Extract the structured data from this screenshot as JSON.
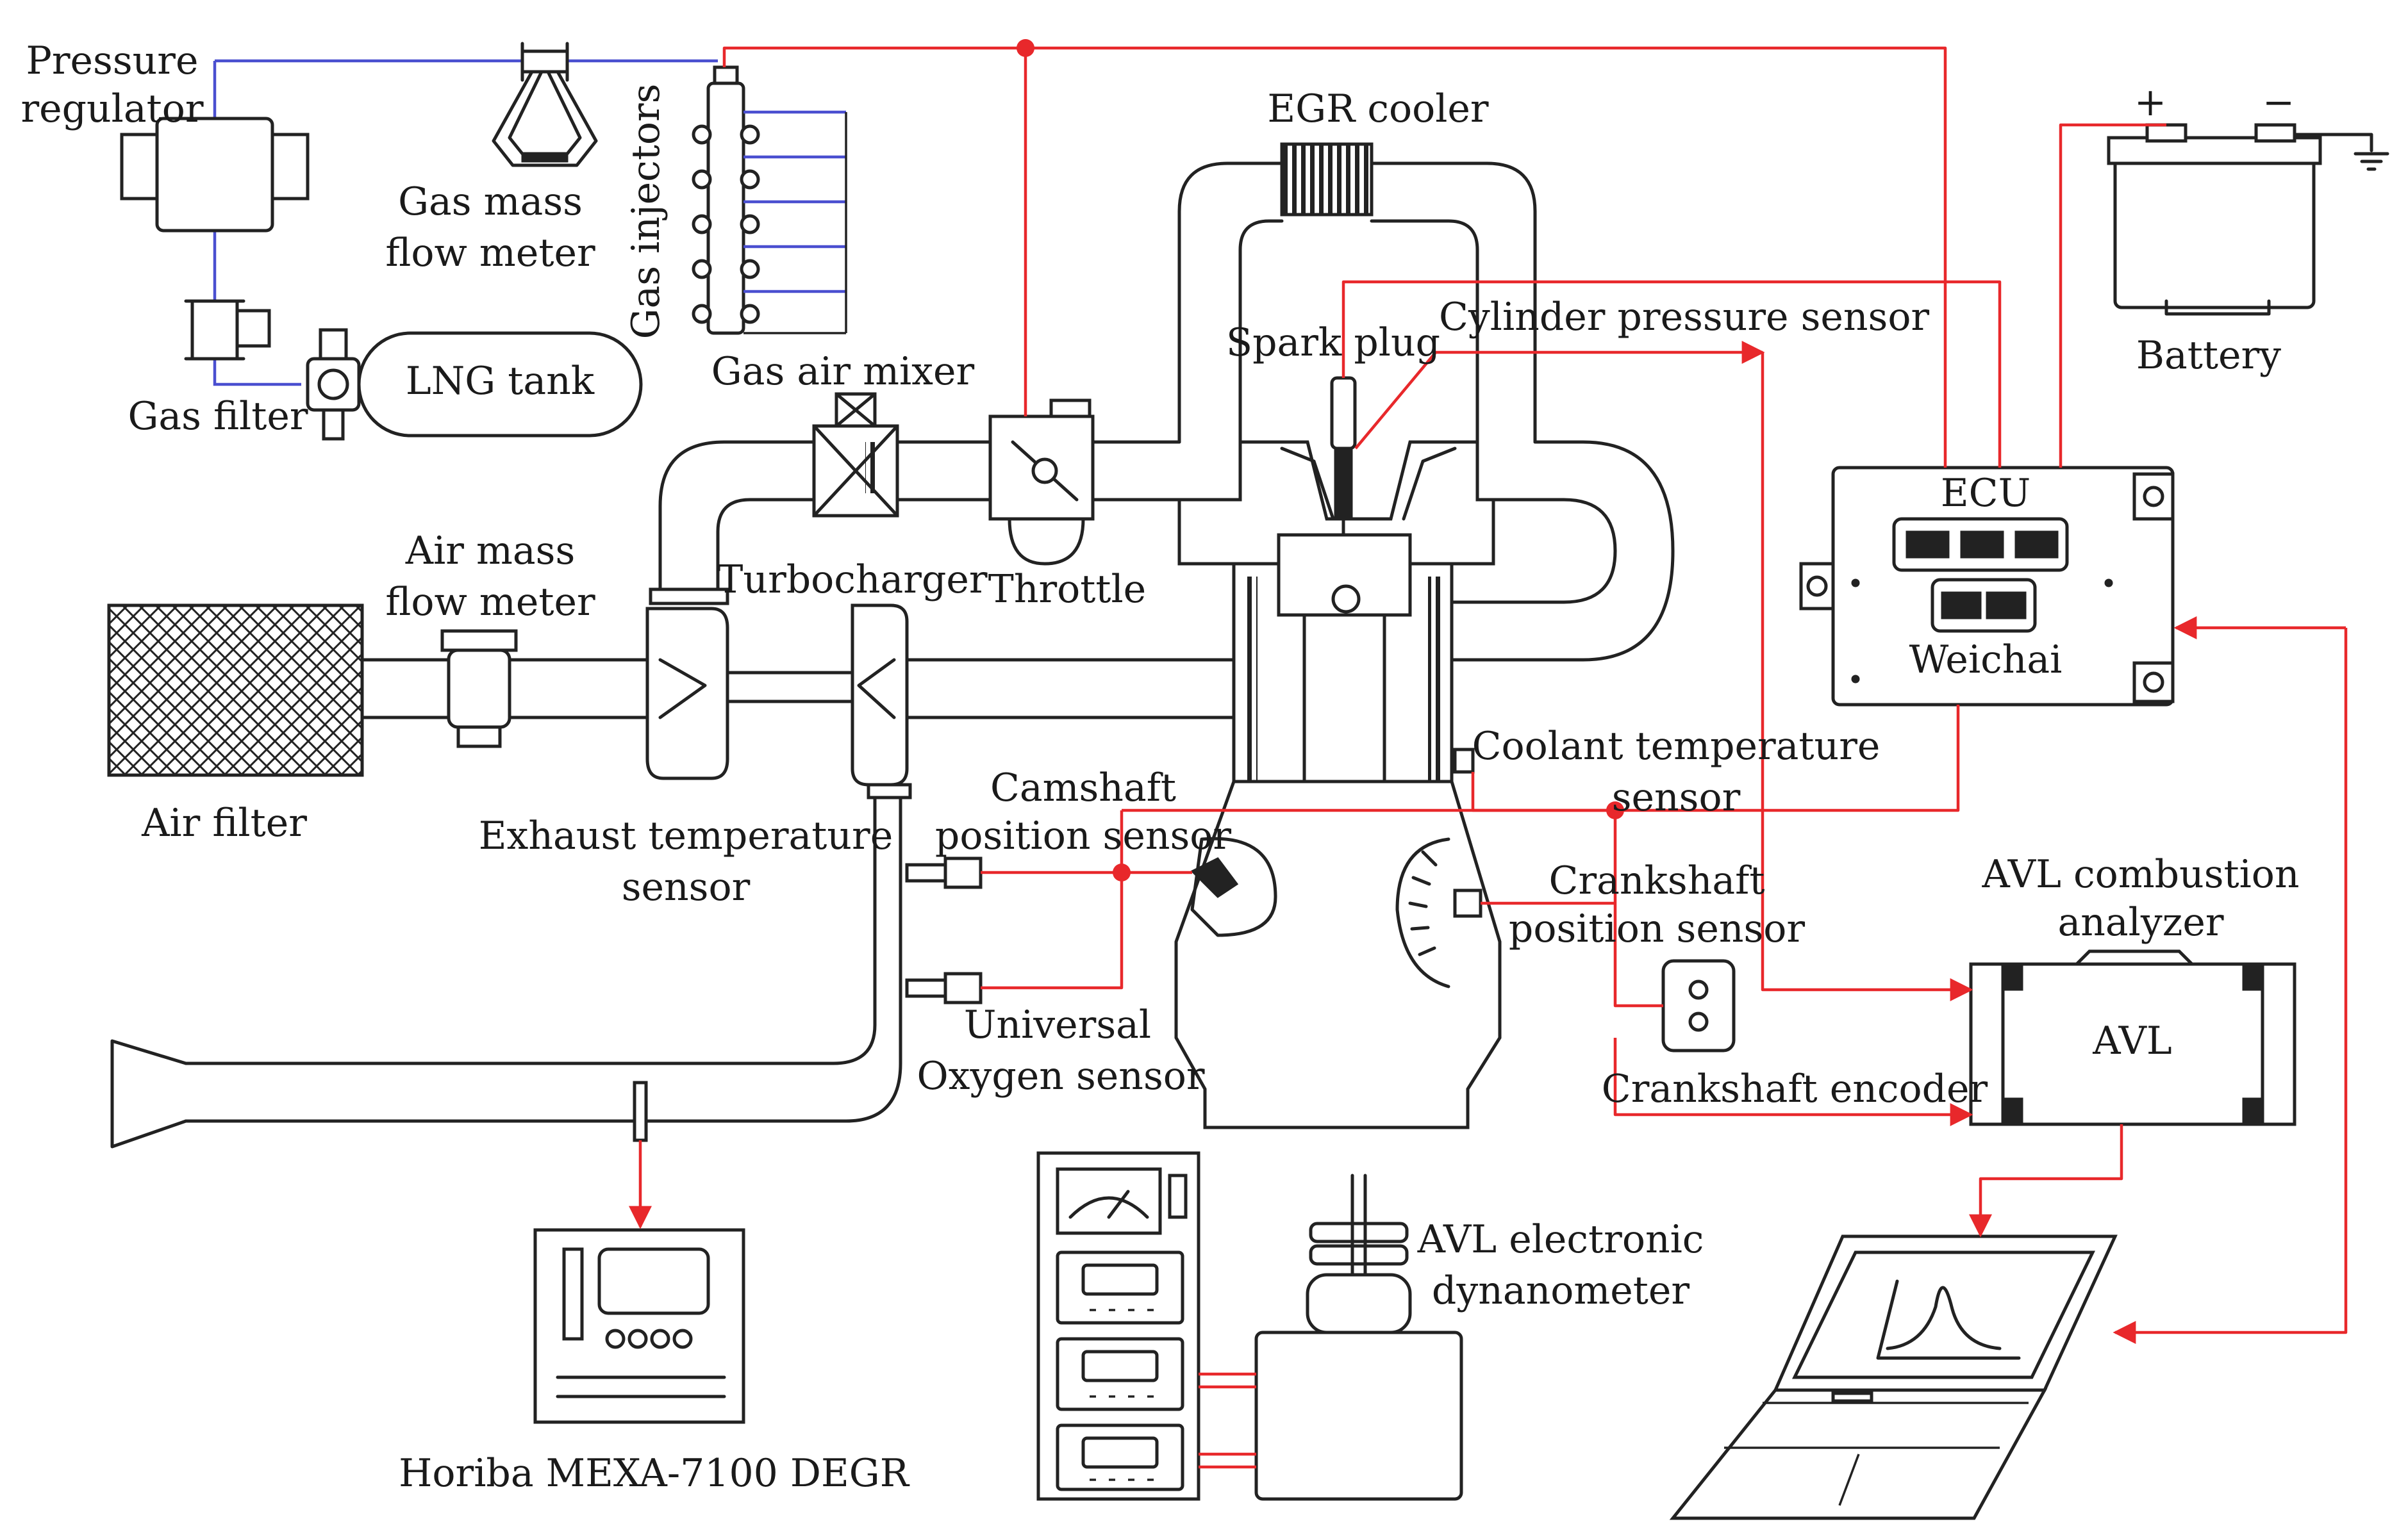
{
  "colors": {
    "signal_wire": "#e8282b",
    "gas_line": "#4a4fd0",
    "outline": "#222222"
  },
  "labels": {
    "pressure_regulator_1": "Pressure",
    "pressure_regulator_2": "regulator",
    "gas_mass_flow_meter_1": "Gas mass",
    "gas_mass_flow_meter_2": "flow meter",
    "gas_injectors": "Gas injectors",
    "gas_filter": "Gas filter",
    "lng_tank": "LNG tank",
    "gas_air_mixer": "Gas air mixer",
    "egr_cooler": "EGR cooler",
    "spark_plug": "Spark plug",
    "cylinder_pressure_sensor": "Cylinder pressure sensor",
    "battery": "Battery",
    "battery_plus": "+",
    "battery_minus": "−",
    "ecu": "ECU",
    "weichai": "Weichai",
    "air_mass_flow_meter_1": "Air mass",
    "air_mass_flow_meter_2": "flow meter",
    "turbocharger": "Turbocharger",
    "throttle": "Throttle",
    "air_filter": "Air filter",
    "exhaust_temp_sensor_1": "Exhaust temperature",
    "exhaust_temp_sensor_2": "sensor",
    "camshaft_position_sensor_1": "Camshaft",
    "camshaft_position_sensor_2": "position sensor",
    "coolant_temp_sensor_1": "Coolant temperature",
    "coolant_temp_sensor_2": "sensor",
    "crankshaft_position_sensor_1": "Crankshaft",
    "crankshaft_position_sensor_2": "position sensor",
    "avl_combustion_analyzer_1": "AVL combustion",
    "avl_combustion_analyzer_2": "analyzer",
    "avl": "AVL",
    "universal_oxygen_sensor_1": "Universal",
    "universal_oxygen_sensor_2": "Oxygen sensor",
    "crankshaft_encoder": "Crankshaft encoder",
    "avl_dynamometer_1": "AVL electronic",
    "avl_dynamometer_2": "dynanometer",
    "horiba": "Horiba MEXA-7100 DEGR"
  }
}
